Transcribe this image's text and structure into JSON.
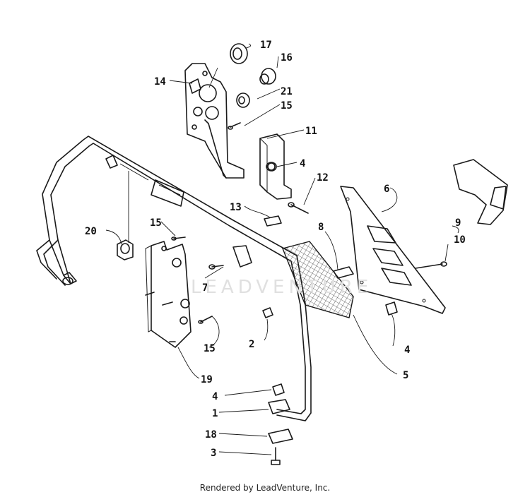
{
  "diagram": {
    "callouts": [
      "1",
      "2",
      "3",
      "4",
      "4",
      "4",
      "5",
      "6",
      "7",
      "8",
      "9",
      "10",
      "11",
      "12",
      "13",
      "14",
      "15",
      "15",
      "15",
      "16",
      "17",
      "18",
      "19",
      "20",
      "21"
    ]
  },
  "watermark": "LEADVENTURE",
  "footer": "Rendered by LeadVenture, Inc."
}
